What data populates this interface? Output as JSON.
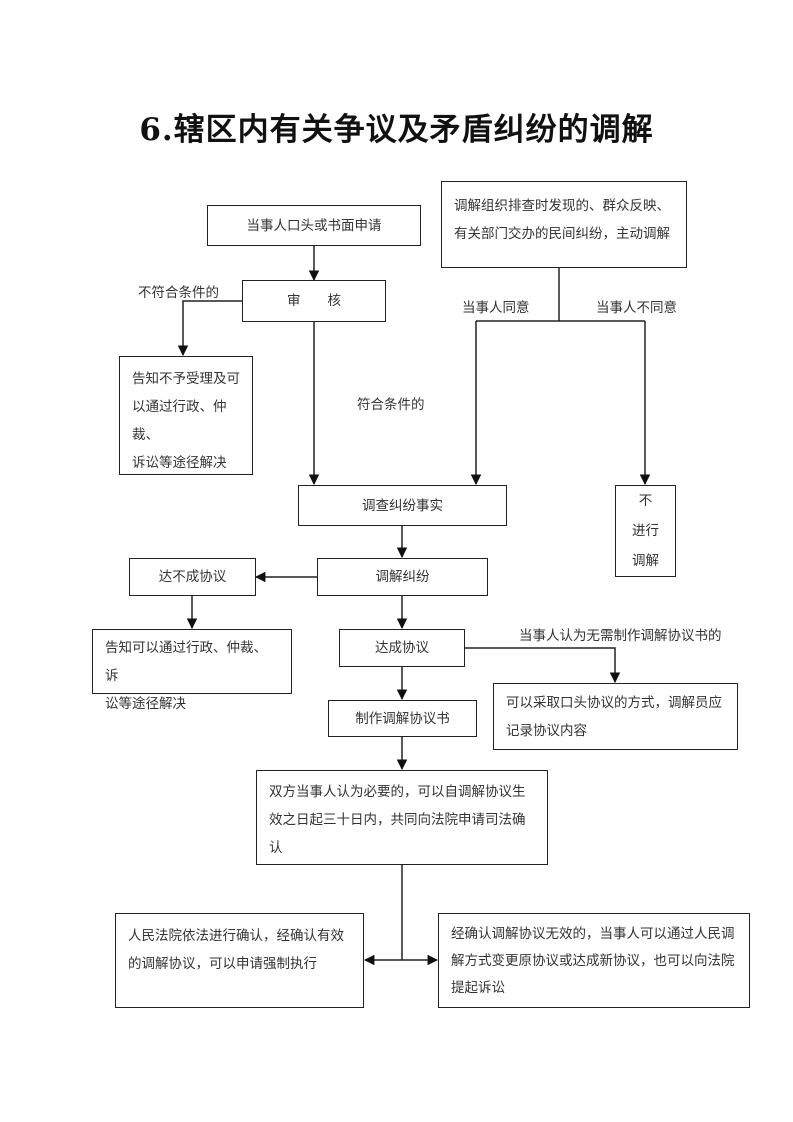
{
  "title": "6.辖区内有关争议及矛盾纠纷的调解",
  "nodes": {
    "apply": "当事人口头或书面申请",
    "proactive": [
      "调解组织排查时发现的、群众反映、",
      "有关部门交办的民间纠纷，主动调解"
    ],
    "review": "审　　核",
    "reject_notice": [
      "告知不予受理及可",
      "以通过行政、仲裁、",
      "诉讼等途径解决"
    ],
    "investigate": "调查纠纷事实",
    "no_mediation": [
      "不",
      "进行",
      "调解"
    ],
    "mediate": "调解纠纷",
    "no_agreement": "达不成协议",
    "no_agreement_notice": [
      "告知可以通过行政、仲裁、诉",
      "讼等途径解决"
    ],
    "agreement": "达成协议",
    "oral_agreement": [
      "可以采取口头协议的方式，调解员应",
      "记录协议内容"
    ],
    "make_document": "制作调解协议书",
    "judicial_confirm": [
      "双方当事人认为必要的，可以自调解协议生",
      "效之日起三十日内，共同向法院申请司法确",
      "认"
    ],
    "court_valid": [
      "人民法院依法进行确认，经确认有效",
      "的调解协议，可以申请强制执行"
    ],
    "court_invalid": [
      "经确认调解协议无效的，当事人可以通过人民调",
      "解方式变更原协议或达成新协议，也可以向法院",
      "提起诉讼"
    ]
  },
  "edge_labels": {
    "not_qualified": "不符合条件的",
    "qualified": "符合条件的",
    "party_agrees": "当事人同意",
    "party_disagrees": "当事人不同意",
    "no_document_needed": "当事人认为无需制作调解协议书的"
  }
}
